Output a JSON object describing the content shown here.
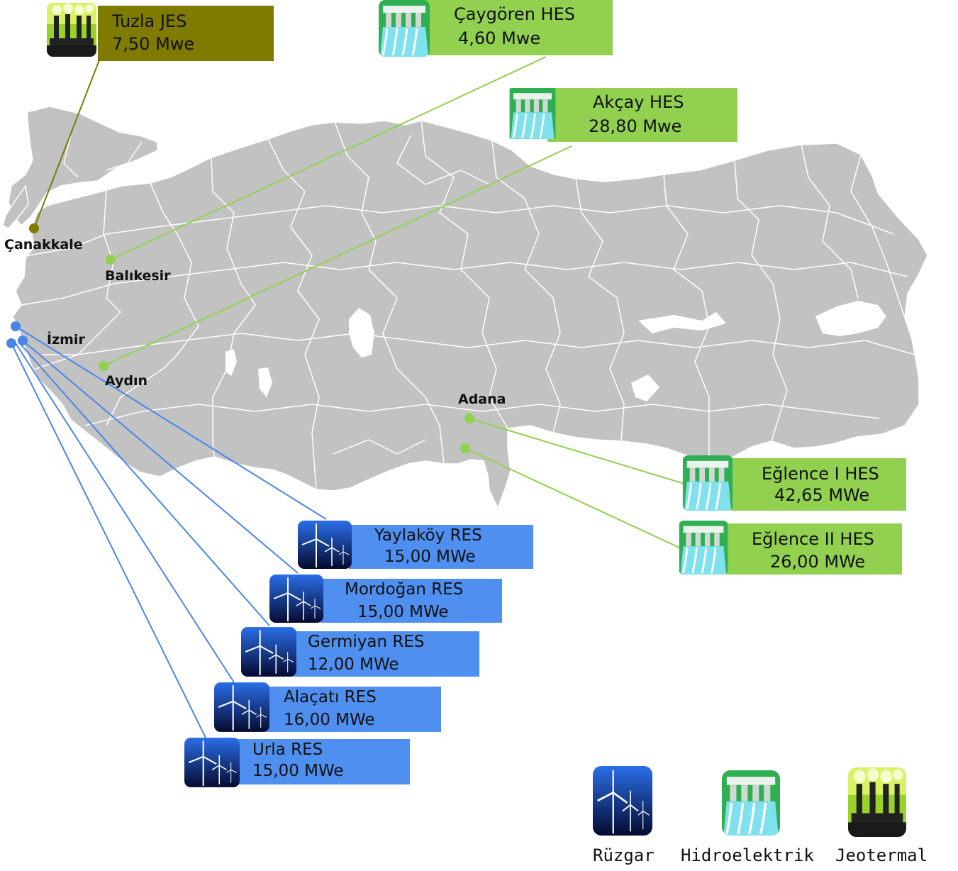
{
  "colors": {
    "land": "#c2c2c2",
    "border": "#ffffff",
    "wind": "#4f8fef",
    "wind_line": "#4a86e8",
    "hydro": "#92d050",
    "geo": "#7f7a00"
  },
  "cities": {
    "canakkale": "Çanakkale",
    "balikesir": "Balıkesir",
    "izmir": "İzmir",
    "aydin": "Aydın",
    "adana": "Adana"
  },
  "plants": {
    "tuzla": {
      "name": "Tuzla JES",
      "capacity": "7,50 Mwe",
      "type": "geothermal-icon"
    },
    "caygoren": {
      "name": "Çaygören HES",
      "capacity": "4,60 Mwe",
      "type": "hydro-dam-icon"
    },
    "akcay": {
      "name": "Akçay HES",
      "capacity": "28,80 Mwe",
      "type": "hydro-dam-icon"
    },
    "eglence1": {
      "name": "Eğlence I HES",
      "capacity": "42,65 MWe",
      "type": "hydro-dam-icon"
    },
    "eglence2": {
      "name": "Eğlence II HES",
      "capacity": "26,00 MWe",
      "type": "hydro-dam-icon"
    },
    "yaylakoy": {
      "name": "Yaylaköy RES",
      "capacity": "15,00 MWe",
      "type": "wind-turbine-icon"
    },
    "mordogan": {
      "name": "Mordoğan RES",
      "capacity": "15,00 MWe",
      "type": "wind-turbine-icon"
    },
    "germiyan": {
      "name": "Germiyan RES",
      "capacity": "12,00 MWe",
      "type": "wind-turbine-icon"
    },
    "alacati": {
      "name": "Alaçatı RES",
      "capacity": "16,00 MWe",
      "type": "wind-turbine-icon"
    },
    "urla": {
      "name": "Urla RES",
      "capacity": "15,00 MWe",
      "type": "wind-turbine-icon"
    }
  },
  "legend": {
    "wind": "Rüzgar",
    "hydro": "Hidroelektrik",
    "geo": "Jeotermal"
  }
}
